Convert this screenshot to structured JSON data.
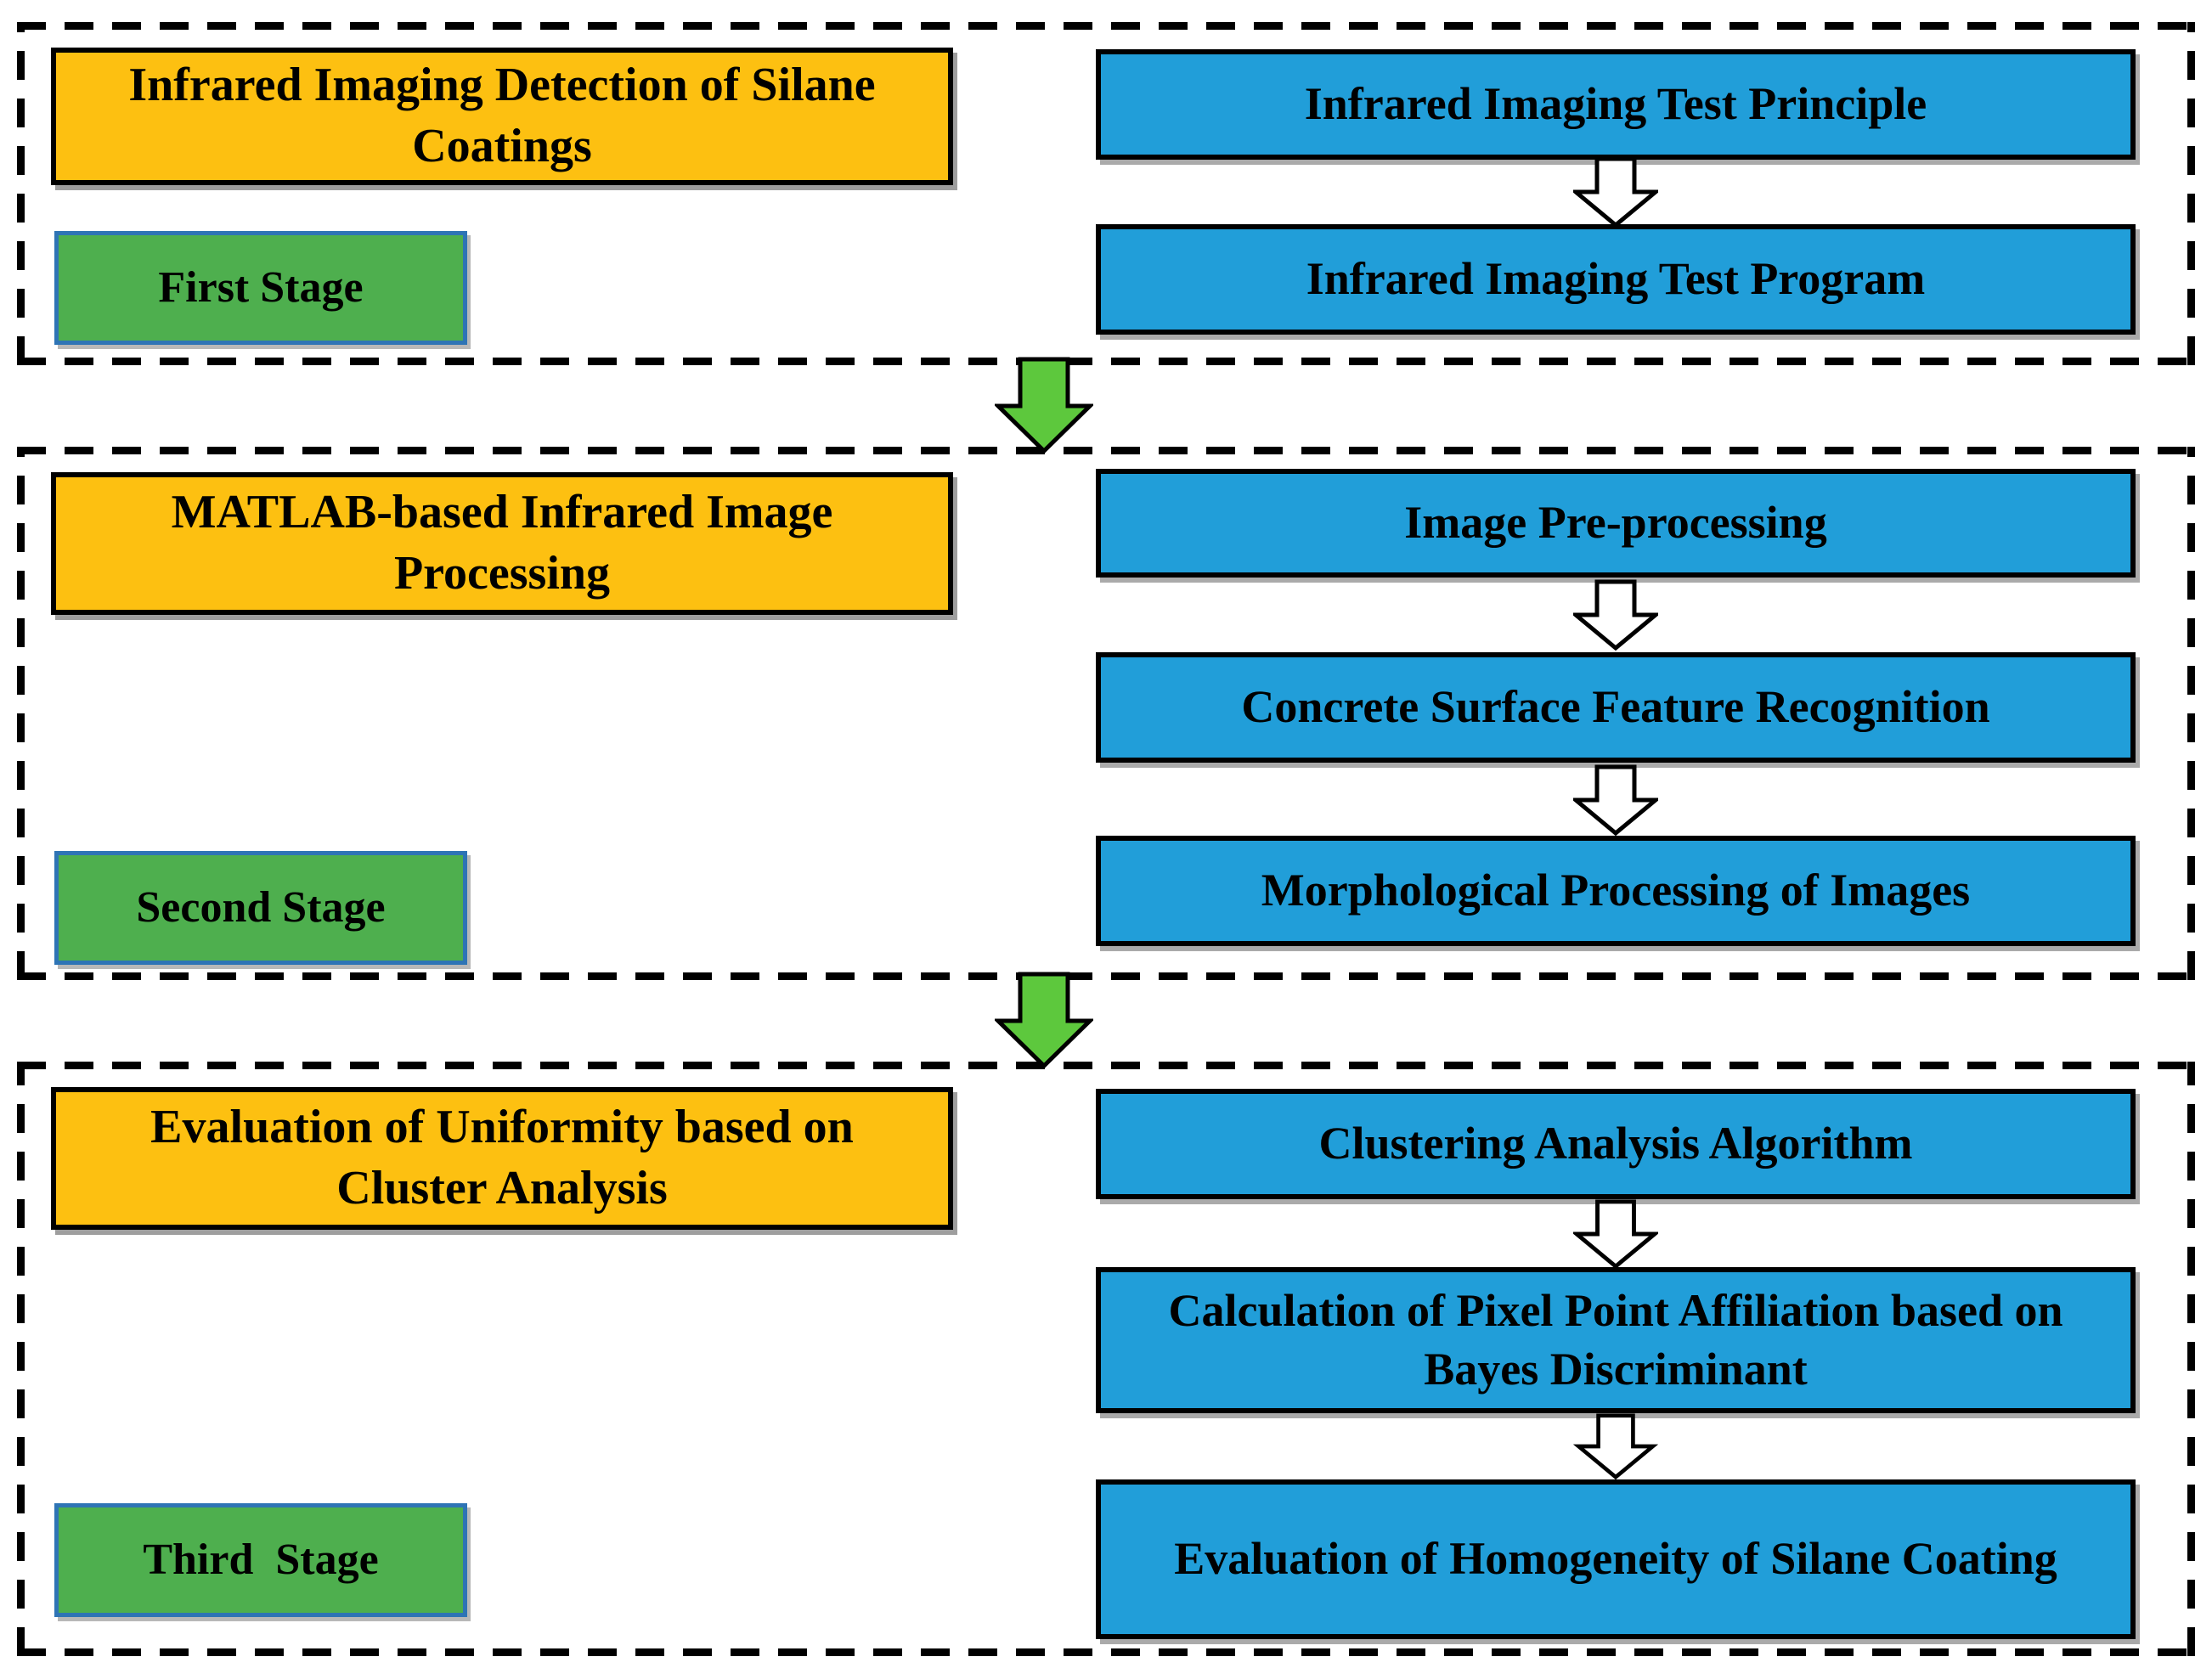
{
  "diagram": {
    "stages": [
      {
        "stage_label": "First Stage",
        "title": "Infrared Imaging Detection of Silane Coatings",
        "steps": [
          "Infrared Imaging Test Principle",
          "Infrared Imaging Test Program"
        ]
      },
      {
        "stage_label": "Second Stage",
        "title": "MATLAB-based Infrared Image Processing",
        "steps": [
          "Image Pre-processing",
          "Concrete Surface Feature Recognition",
          "Morphological Processing of Images"
        ]
      },
      {
        "stage_label": "Third  Stage",
        "title": "Evaluation of Uniformity based on Cluster Analysis",
        "steps": [
          "Clustering Analysis Algorithm",
          "Calculation of Pixel Point Affiliation based on Bayes Discriminant",
          "Evaluation of Homogeneity of Silane Coating"
        ]
      }
    ],
    "colors": {
      "title_box": "#FDC011",
      "step_box": "#219ED9",
      "stage_box": "#4EAF4E",
      "stage_box_border": "#2E74B5",
      "transition_arrow": "#5DC83D",
      "step_arrow": "#FFFFFF",
      "box_outline": "#000000"
    }
  }
}
